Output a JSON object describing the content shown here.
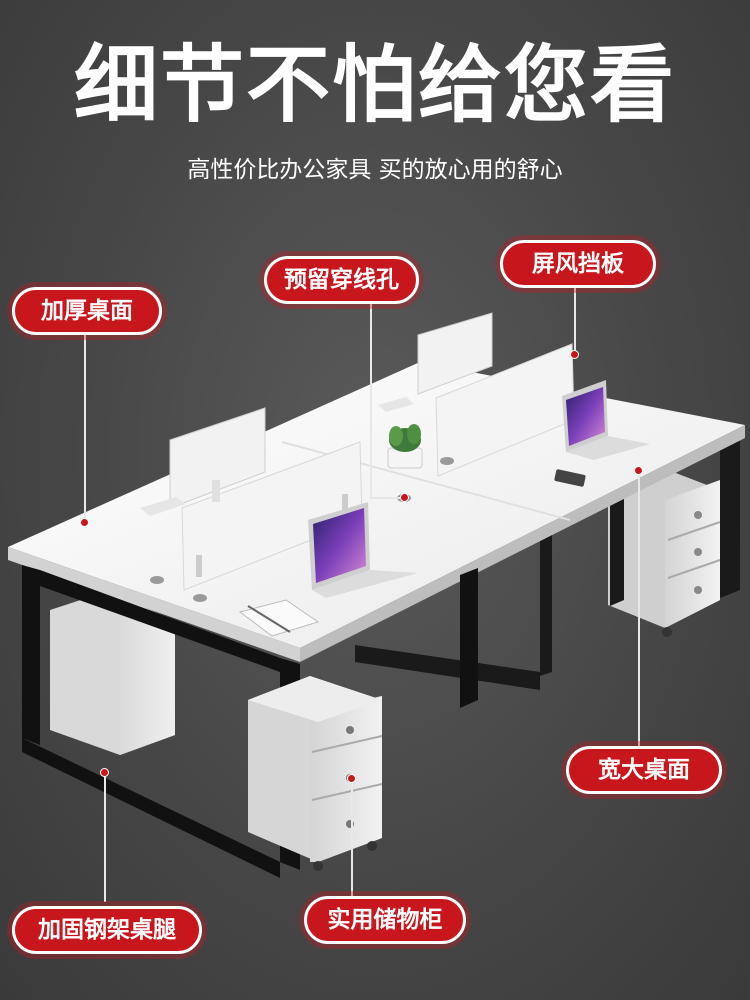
{
  "headline": "细节不怕给您看",
  "subheadline": "高性价比办公家具 买的放心用的舒心",
  "callouts": {
    "thick_top": "加厚桌面",
    "cable_hole": "预留穿线孔",
    "screen_panel": "屏风挡板",
    "wide_top": "宽大桌面",
    "steel_legs": "加固钢架桌腿",
    "storage_cabinet": "实用储物柜"
  },
  "colors": {
    "background": "#474747",
    "accent_red": "#c8161d",
    "text": "#ffffff"
  }
}
